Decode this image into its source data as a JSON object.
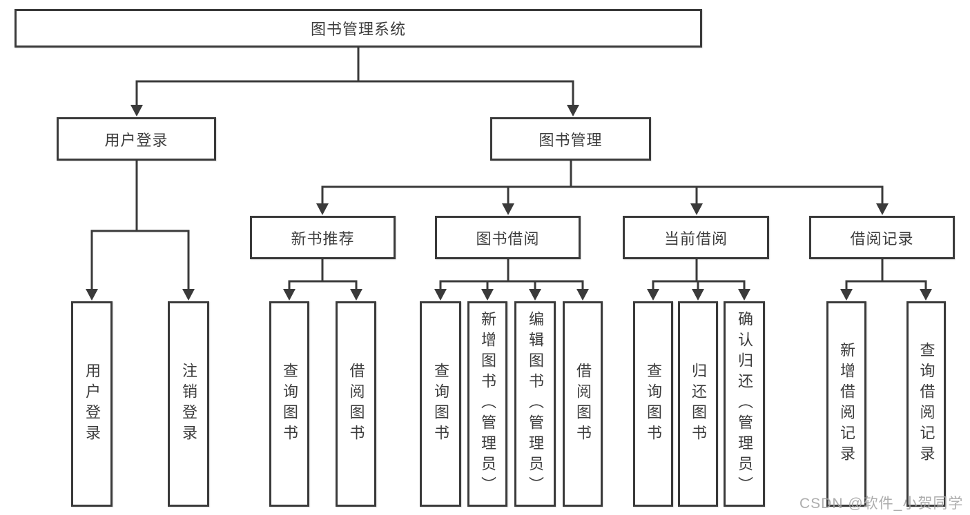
{
  "diagram": {
    "title_node": "图书管理系统",
    "labels": {
      "root": "图书管理系统",
      "user_login": "用户登录",
      "book_management": "图书管理",
      "new_book_recommend": "新书推荐",
      "book_borrowing": "图书借阅",
      "current_borrowing": "当前借阅",
      "borrowing_records": "借阅记录",
      "leaf_user_login": "用户登录",
      "leaf_logout": "注销登录",
      "leaf_nb_query_book": "查询图书",
      "leaf_nb_borrow_book": "借阅图书",
      "leaf_bb_query_book": "查询图书",
      "leaf_bb_add_book": "新增图书（管理员）",
      "leaf_bb_edit_book": "编辑图书（管理员）",
      "leaf_bb_borrow_book": "借阅图书",
      "leaf_cb_query_book": "查询图书",
      "leaf_cb_return_book": "归还图书",
      "leaf_cb_confirm_return": "确认归还（管理员）",
      "leaf_br_add_record": "新增借阅记录",
      "leaf_br_query_record": "查询借阅记录"
    },
    "colors": {
      "line": "#3a3a3a",
      "box_background": "#ffffff",
      "text": "#3d3d3d",
      "watermark": "#a4a4a4"
    }
  },
  "watermark": "CSDN @软件_小贺同学"
}
